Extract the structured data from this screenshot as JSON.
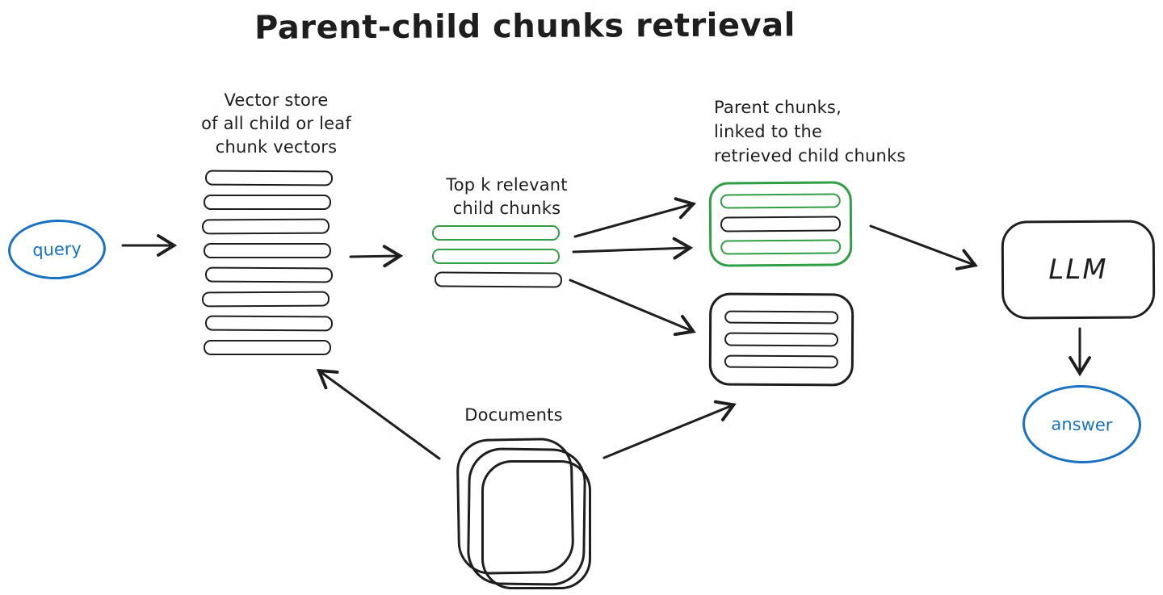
{
  "title": "Parent-child chunks retrieval",
  "colors": {
    "ink": "#1e1e1e",
    "green": "#2f9e44",
    "blue": "#1971c2",
    "bg": "#ffffff"
  },
  "nodes": {
    "query": {
      "label": "query"
    },
    "vector_store": {
      "label_line1": "Vector store",
      "label_line2": "of all child or leaf",
      "label_line3": "chunk vectors",
      "bar_count": 8
    },
    "top_k": {
      "label_line1": "Top k relevant",
      "label_line2": "child chunks",
      "bar_colors": [
        "green",
        "green",
        "ink"
      ]
    },
    "parent_chunks": {
      "label_line1": "Parent chunks,",
      "label_line2": "linked to the",
      "label_line3": "retrieved child chunks",
      "green_box_bar_colors": [
        "green",
        "ink",
        "green"
      ],
      "black_box_bar_colors": [
        "ink",
        "ink",
        "ink"
      ]
    },
    "llm": {
      "label": "LLM"
    },
    "answer": {
      "label": "answer"
    },
    "documents": {
      "label": "Documents"
    }
  },
  "edges": [
    {
      "from": "query",
      "to": "vector-store"
    },
    {
      "from": "vector-store",
      "to": "top-k-child-chunks"
    },
    {
      "from": "top-k-child-chunks",
      "to": "parent-chunks-green-box-top"
    },
    {
      "from": "top-k-child-chunks",
      "to": "parent-chunks-green-box-mid"
    },
    {
      "from": "top-k-child-chunks",
      "to": "parent-chunks-black-box"
    },
    {
      "from": "parent-chunks-green-box",
      "to": "llm"
    },
    {
      "from": "llm",
      "to": "answer"
    },
    {
      "from": "documents",
      "to": "vector-store"
    },
    {
      "from": "documents",
      "to": "parent-chunks-black-box"
    }
  ]
}
